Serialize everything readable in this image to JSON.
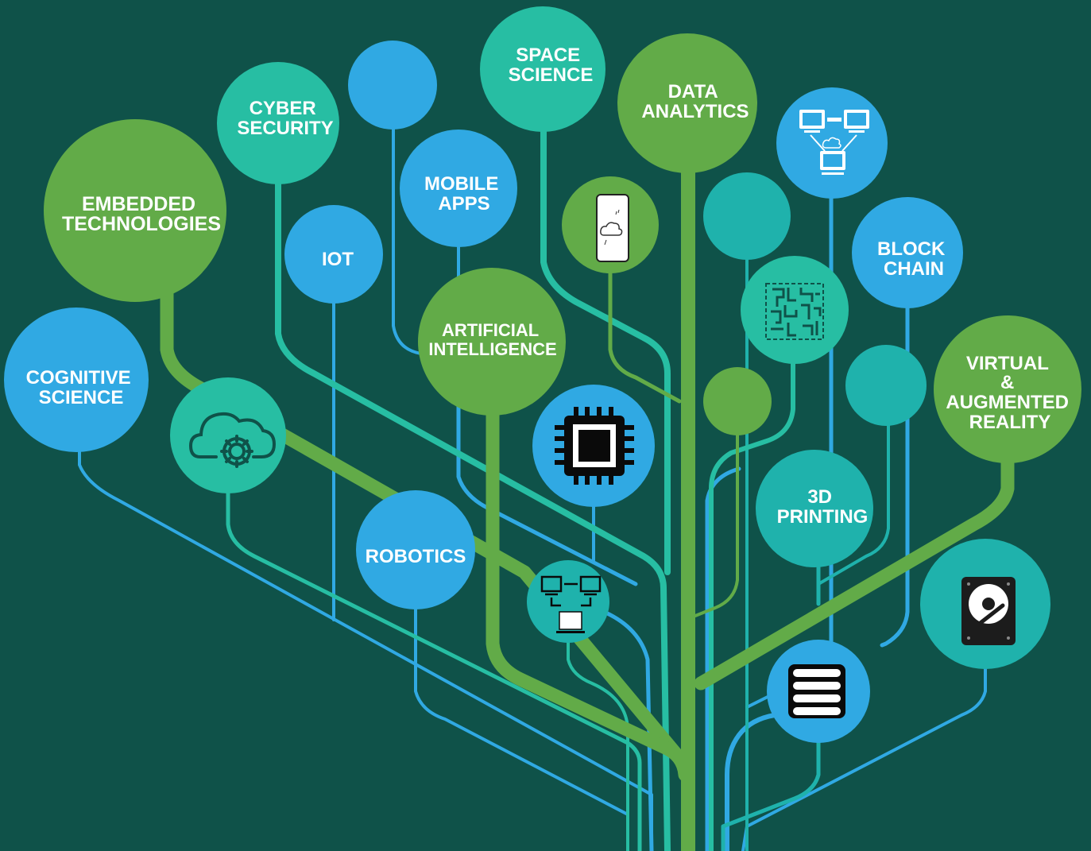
{
  "colors": {
    "background": "#0f5249",
    "green": "#62ab48",
    "blue": "#30a9e3",
    "teal": "#27bea3",
    "teal_dark": "#1fb2ac"
  },
  "nodes": {
    "embedded": {
      "label_lines": [
        "EMBEDDED",
        "TECHNOLOGIES"
      ]
    },
    "cyber": {
      "label_lines": [
        "CYBER",
        "SECURITY"
      ]
    },
    "space": {
      "label_lines": [
        "SPACE",
        "SCIENCE"
      ]
    },
    "data": {
      "label_lines": [
        "DATA",
        "ANALYTICS"
      ]
    },
    "mobile": {
      "label_lines": [
        "MOBILE",
        "APPS"
      ]
    },
    "iot": {
      "label_lines": [
        "IOT"
      ]
    },
    "block": {
      "label_lines": [
        "BLOCK",
        "CHAIN"
      ]
    },
    "ai": {
      "label_lines": [
        "ARTIFICIAL",
        "INTELLIGENCE"
      ]
    },
    "cognitive": {
      "label_lines": [
        "COGNITIVE",
        "SCIENCE"
      ]
    },
    "vr": {
      "label_lines": [
        "VIRTUAL",
        "&",
        "AUGMENTED",
        "REALITY"
      ]
    },
    "print3d": {
      "label_lines": [
        "3D",
        "PRINTING"
      ]
    },
    "robotics": {
      "label_lines": [
        "ROBOTICS"
      ]
    }
  }
}
